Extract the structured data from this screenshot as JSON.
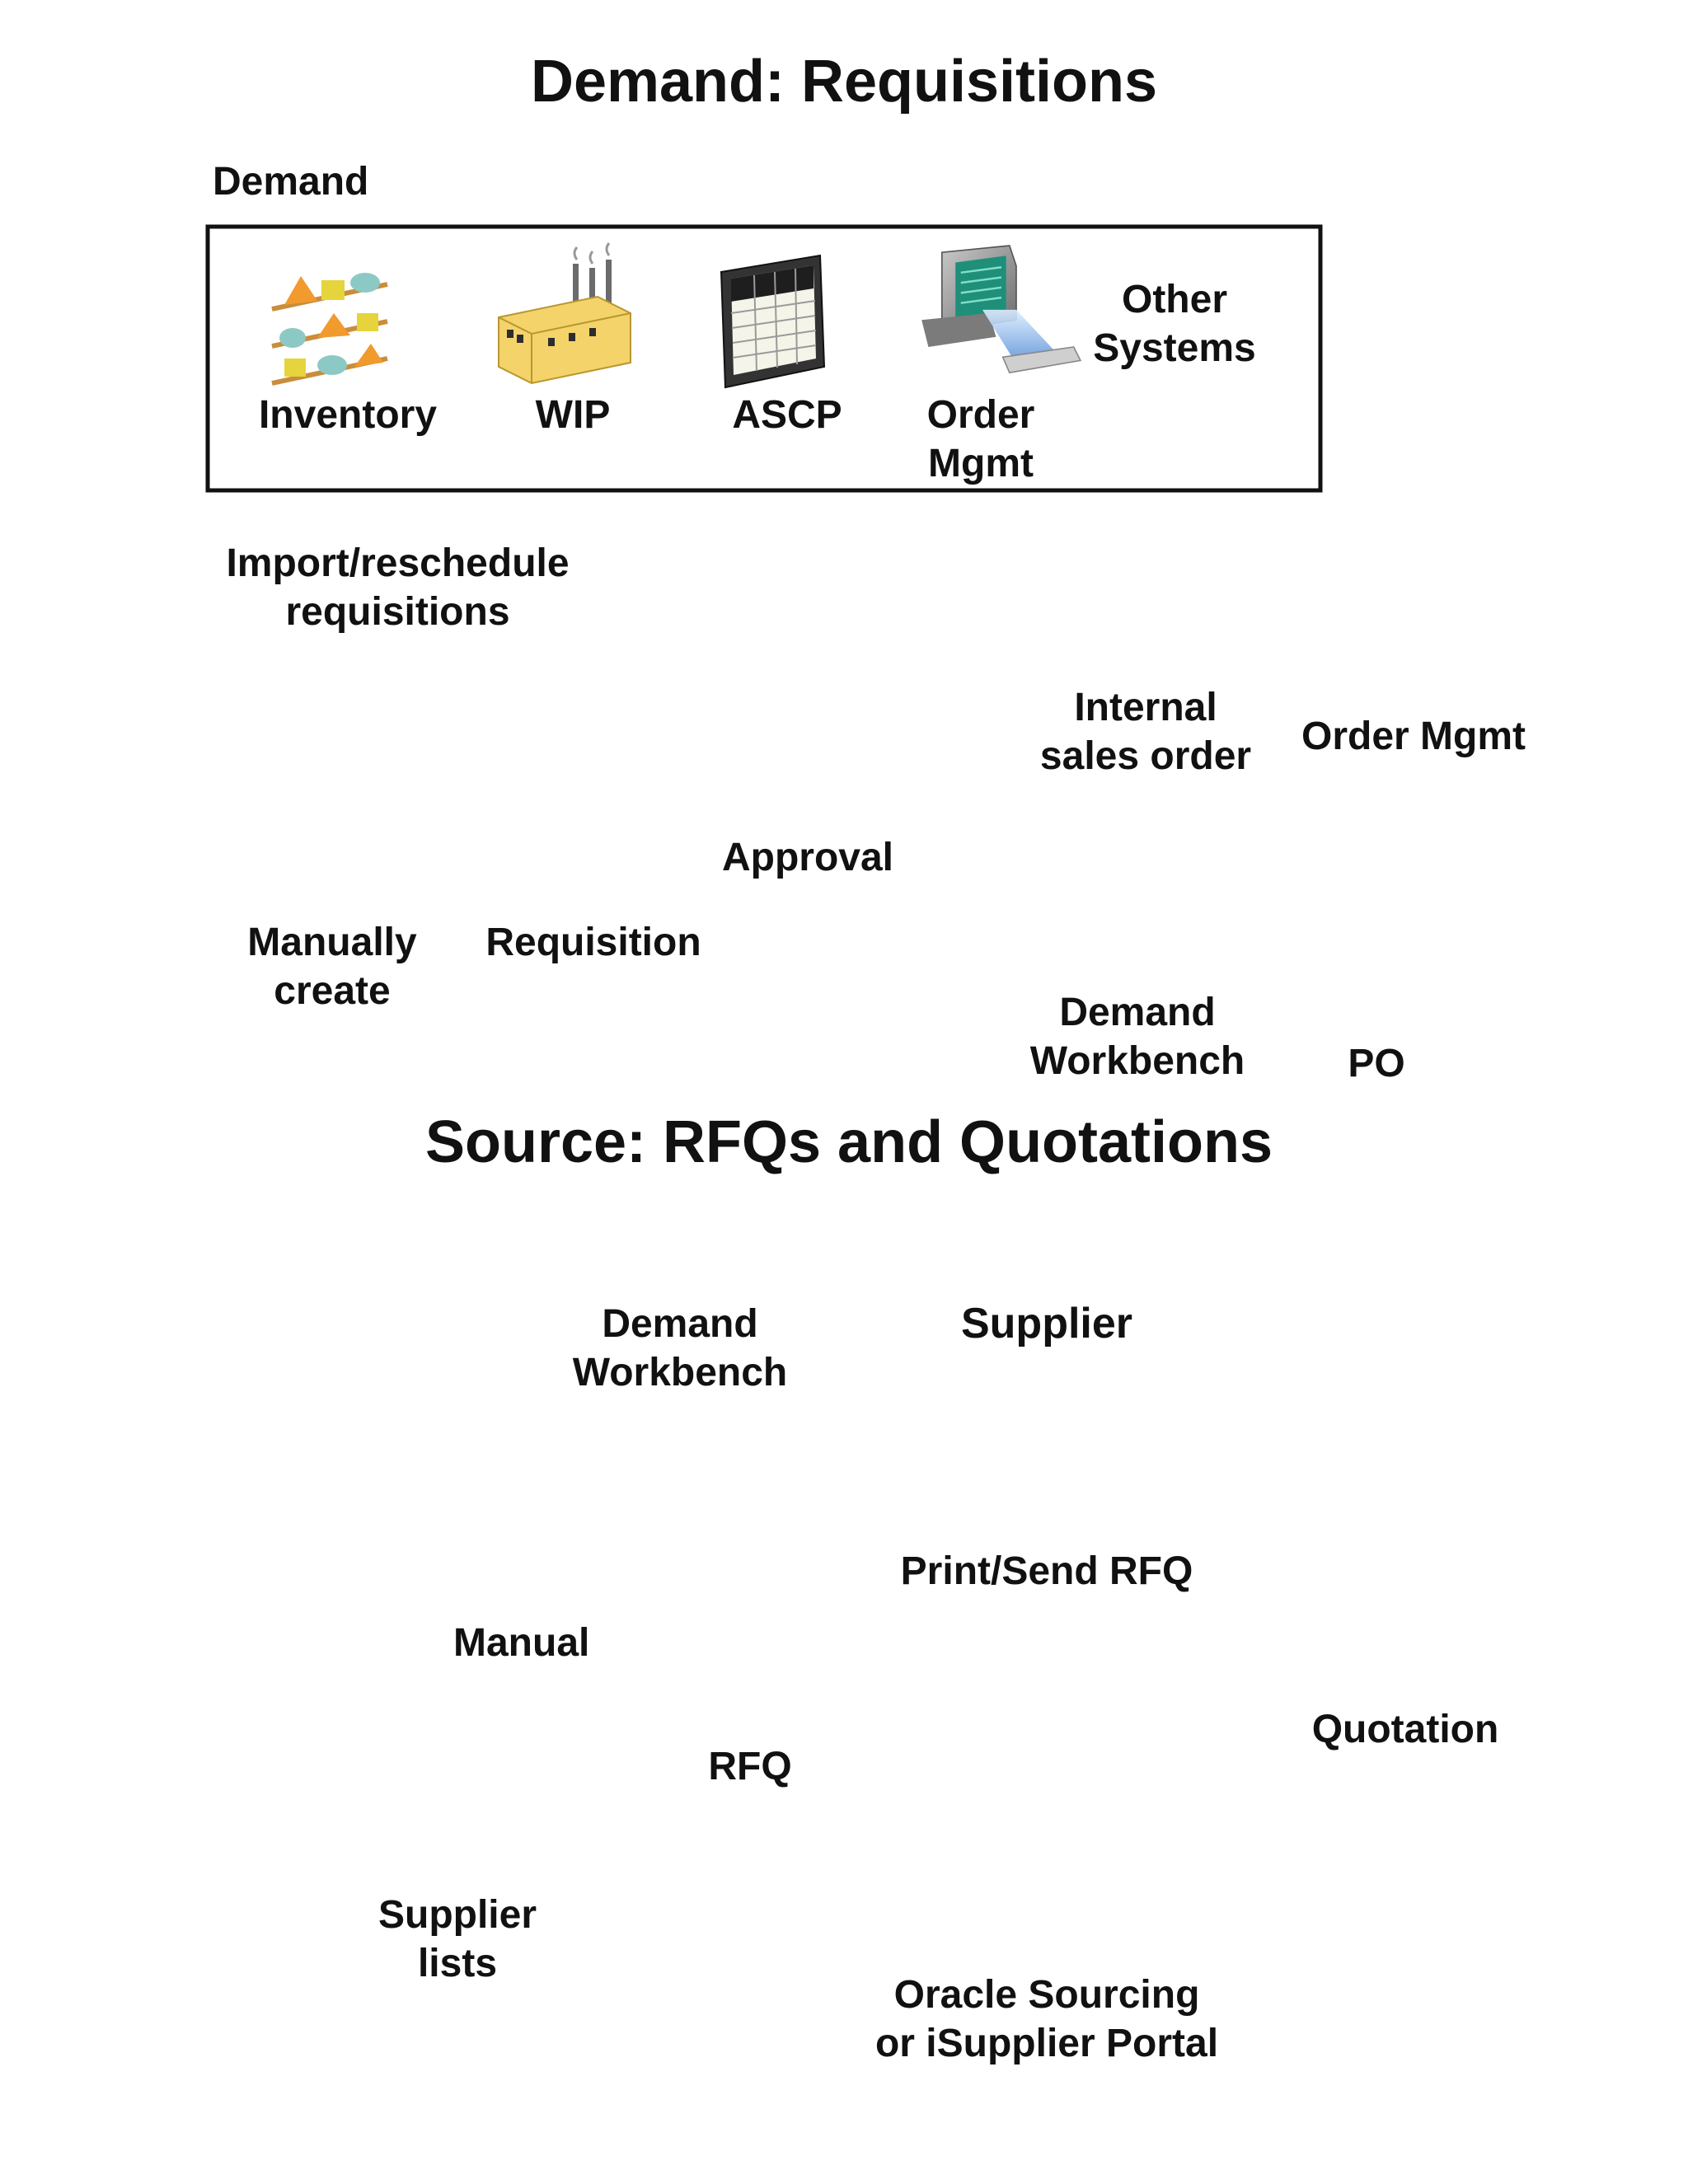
{
  "demand_section": {
    "title": "Demand: Requisitions",
    "box_label": "Demand",
    "sources": [
      {
        "label": "Inventory",
        "icon": "inventory-shelves-icon"
      },
      {
        "label": "WIP",
        "icon": "factory-icon"
      },
      {
        "label": "ASCP",
        "icon": "spreadsheet-screen-icon"
      },
      {
        "label": "Order\nMgmt",
        "icon": "computer-terminal-icon"
      },
      {
        "label": "Other\nSystems",
        "icon": ""
      }
    ],
    "import_label": "Import/reschedule\nrequisitions",
    "manual_label": "Manually\ncreate",
    "requisition_label": "Requisition",
    "approval_label": "Approval",
    "internal_sales_order_label": "Internal\nsales order",
    "order_mgmt_label": "Order Mgmt",
    "demand_workbench_label": "Demand\nWorkbench",
    "po_label": "PO"
  },
  "source_section": {
    "title": "Source: RFQs and Quotations",
    "demand_workbench_label": "Demand\nWorkbench",
    "manual_label": "Manual",
    "rfq_label": "RFQ",
    "supplier_lists_label": "Supplier\nlists",
    "supplier_box_title": "Supplier",
    "print_send_label": "Print/Send RFQ",
    "sourcing_label": "Oracle Sourcing\nor iSupplier Portal",
    "quotation_label": "Quotation"
  },
  "colors": {
    "line": "#111111",
    "check": "#1f9a2e",
    "desk": "#f2c94c",
    "person": "#9fd3a6",
    "ellipse": "#a9d2f0",
    "box_yellow": "#ffcf1f",
    "box_orange": "#f6a313",
    "badge_blue": "#1f3e8c"
  }
}
